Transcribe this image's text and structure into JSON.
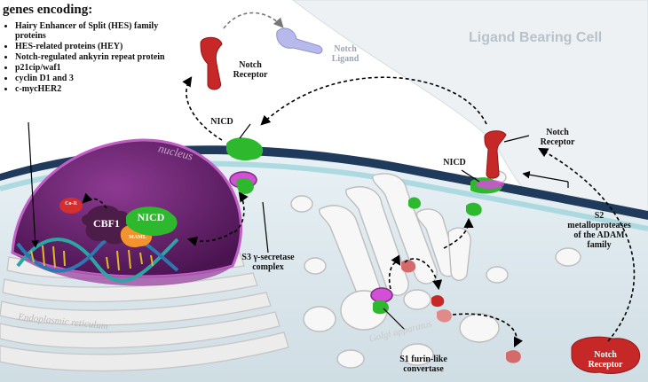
{
  "genes": {
    "title": "genes encoding:",
    "items": [
      "Hairy Enhancer of Split (HES) family proteins",
      "HES-related proteins (HEY)",
      "Notch-regulated ankyrin repeat protein",
      "p21cip/waf1",
      "cyclin D1 and 3",
      "c-mycHER2"
    ]
  },
  "labels": {
    "ligand_bearing_cell": "Ligand Bearing Cell",
    "notch_ligand": "Notch\nLigand",
    "notch_receptor_top": "Notch\nReceptor",
    "notch_receptor_right": "Notch\nReceptor",
    "notch_receptor_bottom": "Notch\nReceptor",
    "nicd_left": "NICD",
    "nicd_right": "NICD",
    "nucleus": "nucleus",
    "co_r": "Co-R",
    "cbf1": "CBF1",
    "nicd_nucleus": "NICD",
    "maml": "MAML",
    "s3": "S3 γ-secretase\ncomplex",
    "s2": "S2\nmetalloproteases\nof the ADAM\nfamily",
    "s1": "S1 furin-like\nconvertase",
    "er": "Endoplasmic reticulum",
    "golgi": "Golgi apparatus"
  },
  "colors": {
    "receptor_red": "#c62828",
    "nicd_green": "#2eb82e",
    "nucleus_purple": "#7b2d7e",
    "secretase_magenta": "#d24fd6",
    "cytoplasm": "#dfe9ee",
    "membrane_dark": "#1f3a5a",
    "ligand_lavender": "#b7b9ea"
  }
}
